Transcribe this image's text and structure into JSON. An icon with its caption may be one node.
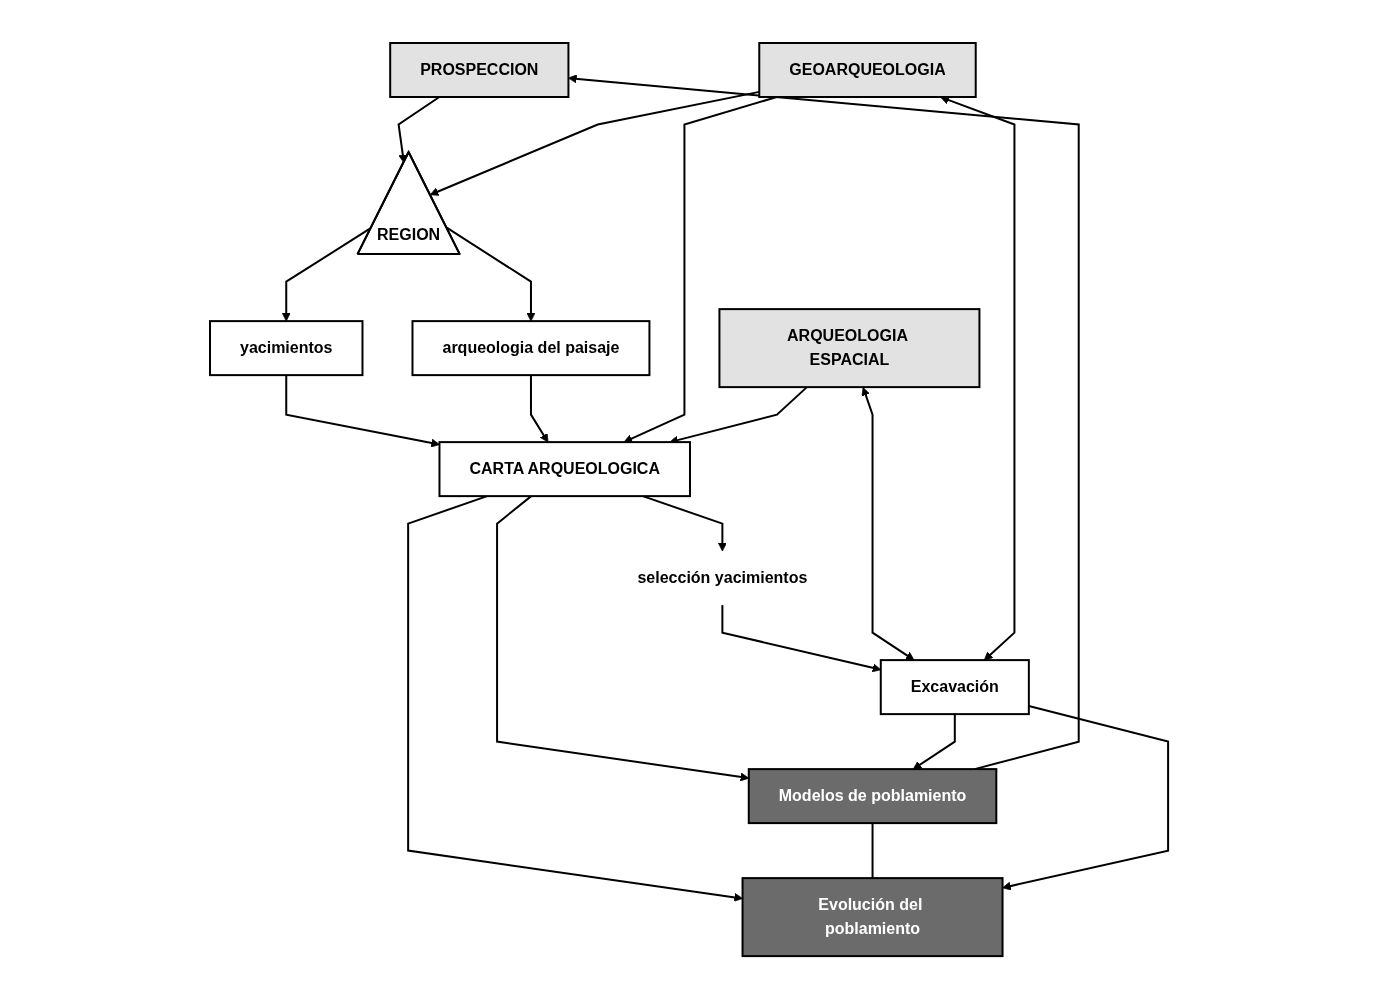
{
  "diagram": {
    "nodes": [
      {
        "text": [
          "PROSPECCION"
        ]
      },
      {
        "text": [
          "REGION"
        ]
      },
      {
        "text": [
          "GEOARQUEOLOGIA"
        ]
      },
      {
        "text": [
          "yacimientos"
        ]
      },
      {
        "text": [
          "arqueologia del paisaje"
        ]
      },
      {
        "text": [
          "Modelos de poblamiento"
        ]
      },
      {
        "text": [
          "ARQUEOLOGIA ESPACIAL"
        ]
      },
      {
        "text": [
          "CARTA ARQUEOLOGICA"
        ]
      },
      {
        "text": [
          "Evolución del poblamiento"
        ]
      },
      {
        "text": [
          "selección yacimientos"
        ]
      },
      {
        "text": [
          "Excavación"
        ]
      }
    ],
    "edges": [
      {
        "from": 0,
        "to": 1,
        "arrow": "to"
      },
      {
        "from": 2,
        "to": 1,
        "arrow": "to"
      },
      {
        "from": 1,
        "to": 3,
        "arrow": "to"
      },
      {
        "from": 1,
        "to": 4,
        "arrow": "to"
      },
      {
        "from": 3,
        "to": 7,
        "arrow": "to"
      },
      {
        "from": 4,
        "to": 7,
        "arrow": "to"
      },
      {
        "from": 2,
        "to": 7,
        "arrow": "to"
      },
      {
        "from": 6,
        "to": 7,
        "arrow": "to"
      },
      {
        "from": 7,
        "to": 5,
        "arrow": "to"
      },
      {
        "from": 7,
        "to": 8,
        "arrow": "to"
      },
      {
        "from": 5,
        "to": 8,
        "arrow": "none"
      },
      {
        "from": 5,
        "to": 0,
        "arrow": "to"
      },
      {
        "from": 7,
        "to": 9,
        "arrow": "to"
      },
      {
        "from": 9,
        "to": 10,
        "arrow": "to"
      },
      {
        "from": 6,
        "to": 10,
        "arrow": "both"
      },
      {
        "from": 2,
        "to": 10,
        "arrow": "both"
      },
      {
        "from": 10,
        "to": 8,
        "arrow": "to"
      },
      {
        "from": 10,
        "to": 5,
        "arrow": "to"
      }
    ]
  }
}
